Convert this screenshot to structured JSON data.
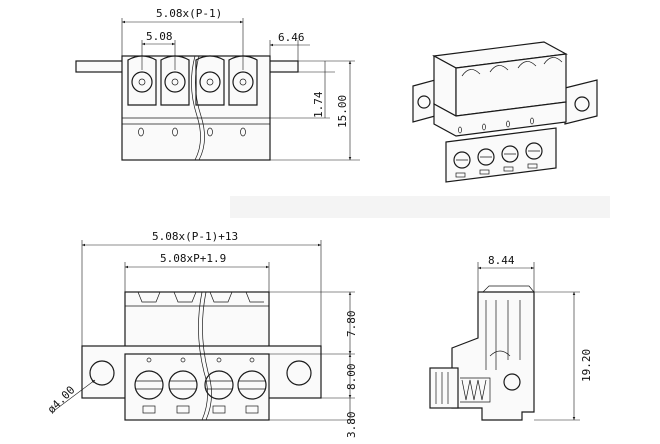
{
  "dimensions": {
    "top_width_formula": "5.08x(P-1)",
    "top_pitch": "5.08",
    "top_flange": "6.46",
    "top_height_small": "1.74",
    "top_height": "15.00",
    "bottom_overall_formula": "5.08x(P-1)+13",
    "bottom_body_formula": "5.08xP+1.9",
    "bottom_h1": "7.80",
    "bottom_h2": "8.00",
    "bottom_h3": "3.80",
    "hole_diameter": "ø4.00",
    "side_width": "8.44",
    "side_height": "19.20"
  },
  "colors": {
    "line": "#1a1a1a",
    "background": "#ffffff"
  }
}
